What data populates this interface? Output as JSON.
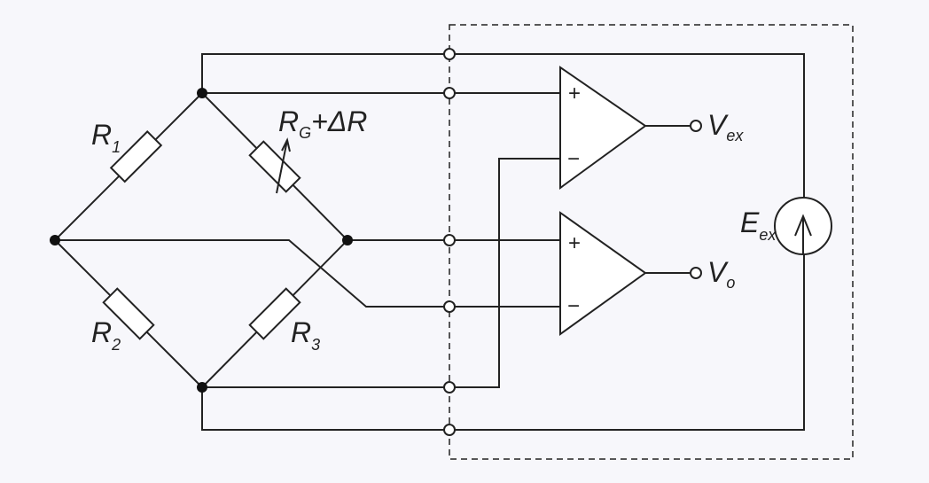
{
  "labels": {
    "r1": {
      "main": "R",
      "sub": "1"
    },
    "r2": {
      "main": "R",
      "sub": "2"
    },
    "r3": {
      "main": "R",
      "sub": "3"
    },
    "rg": {
      "main": "R",
      "sub": "G",
      "suffix": "+ΔR"
    },
    "vex": {
      "main": "V",
      "sub": "ex"
    },
    "vo": {
      "main": "V",
      "sub": "o"
    },
    "eex": {
      "main": "E",
      "sub": "ex"
    }
  },
  "amplifiers": {
    "top": {
      "plus": "+",
      "minus": "−"
    },
    "bottom": {
      "plus": "+",
      "minus": "−"
    }
  }
}
